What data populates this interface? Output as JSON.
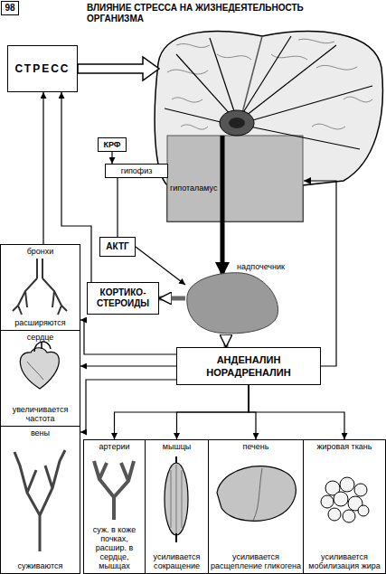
{
  "diagram": {
    "title": "ВЛИЯНИЕ СТРЕССА НА ЖИЗНЕДЕЯТЕЛЬНОСТЬ ОРГАНИЗМА",
    "nodes": [
      {
        "text": [
          "СТРЕСС"
        ]
      },
      {
        "text": [
          "КРФ"
        ]
      },
      {
        "text": [
          "гипофиз"
        ]
      },
      {
        "text": [
          "АКТГ"
        ]
      },
      {
        "text": [
          "КОРТИКО- СТЕРОИДЫ"
        ]
      },
      {
        "text": [
          "надпочечник"
        ]
      },
      {
        "text": [
          "АНДЕНАЛИН НОРАДРЕНАЛИН"
        ]
      },
      {
        "text": [
          "бронхи",
          "расширяются"
        ]
      },
      {
        "text": [
          "сердце",
          "увеличивается частота"
        ]
      },
      {
        "text": [
          "вены",
          "суживаются"
        ]
      },
      {
        "text": [
          "артерии",
          "суж. в коже почках, расшир. в сердце, мышцах"
        ]
      },
      {
        "text": [
          "мышцы",
          "усиливается сокращение"
        ]
      },
      {
        "text": [
          "печень",
          "усиливается расщепление гликогена"
        ]
      },
      {
        "text": [
          "жировая ткань",
          "усиливается мобилизация жира"
        ]
      }
    ],
    "edges": [
      {
        "from": 1,
        "to": 2,
        "arrow": "to"
      },
      {
        "from": 2,
        "to": 3,
        "arrow": "none"
      },
      {
        "from": 3,
        "to": 5,
        "arrow": "to"
      },
      {
        "from": 5,
        "to": 4,
        "arrow": "to"
      },
      {
        "from": 5,
        "to": 6,
        "arrow": "to"
      },
      {
        "from": 4,
        "to": 0,
        "arrow": "to"
      },
      {
        "from": 6,
        "to": 7,
        "arrow": "to"
      },
      {
        "from": 6,
        "to": 8,
        "arrow": "to"
      },
      {
        "from": 6,
        "to": 9,
        "arrow": "to"
      },
      {
        "from": 6,
        "to": 10,
        "arrow": "to"
      },
      {
        "from": 6,
        "to": 11,
        "arrow": "to"
      },
      {
        "from": 6,
        "to": 12,
        "arrow": "to"
      },
      {
        "from": 6,
        "to": 13,
        "arrow": "to"
      },
      {
        "from": 7,
        "to": 0,
        "arrow": "to"
      }
    ],
    "labels": [
      "98",
      "гипоталамус"
    ]
  }
}
